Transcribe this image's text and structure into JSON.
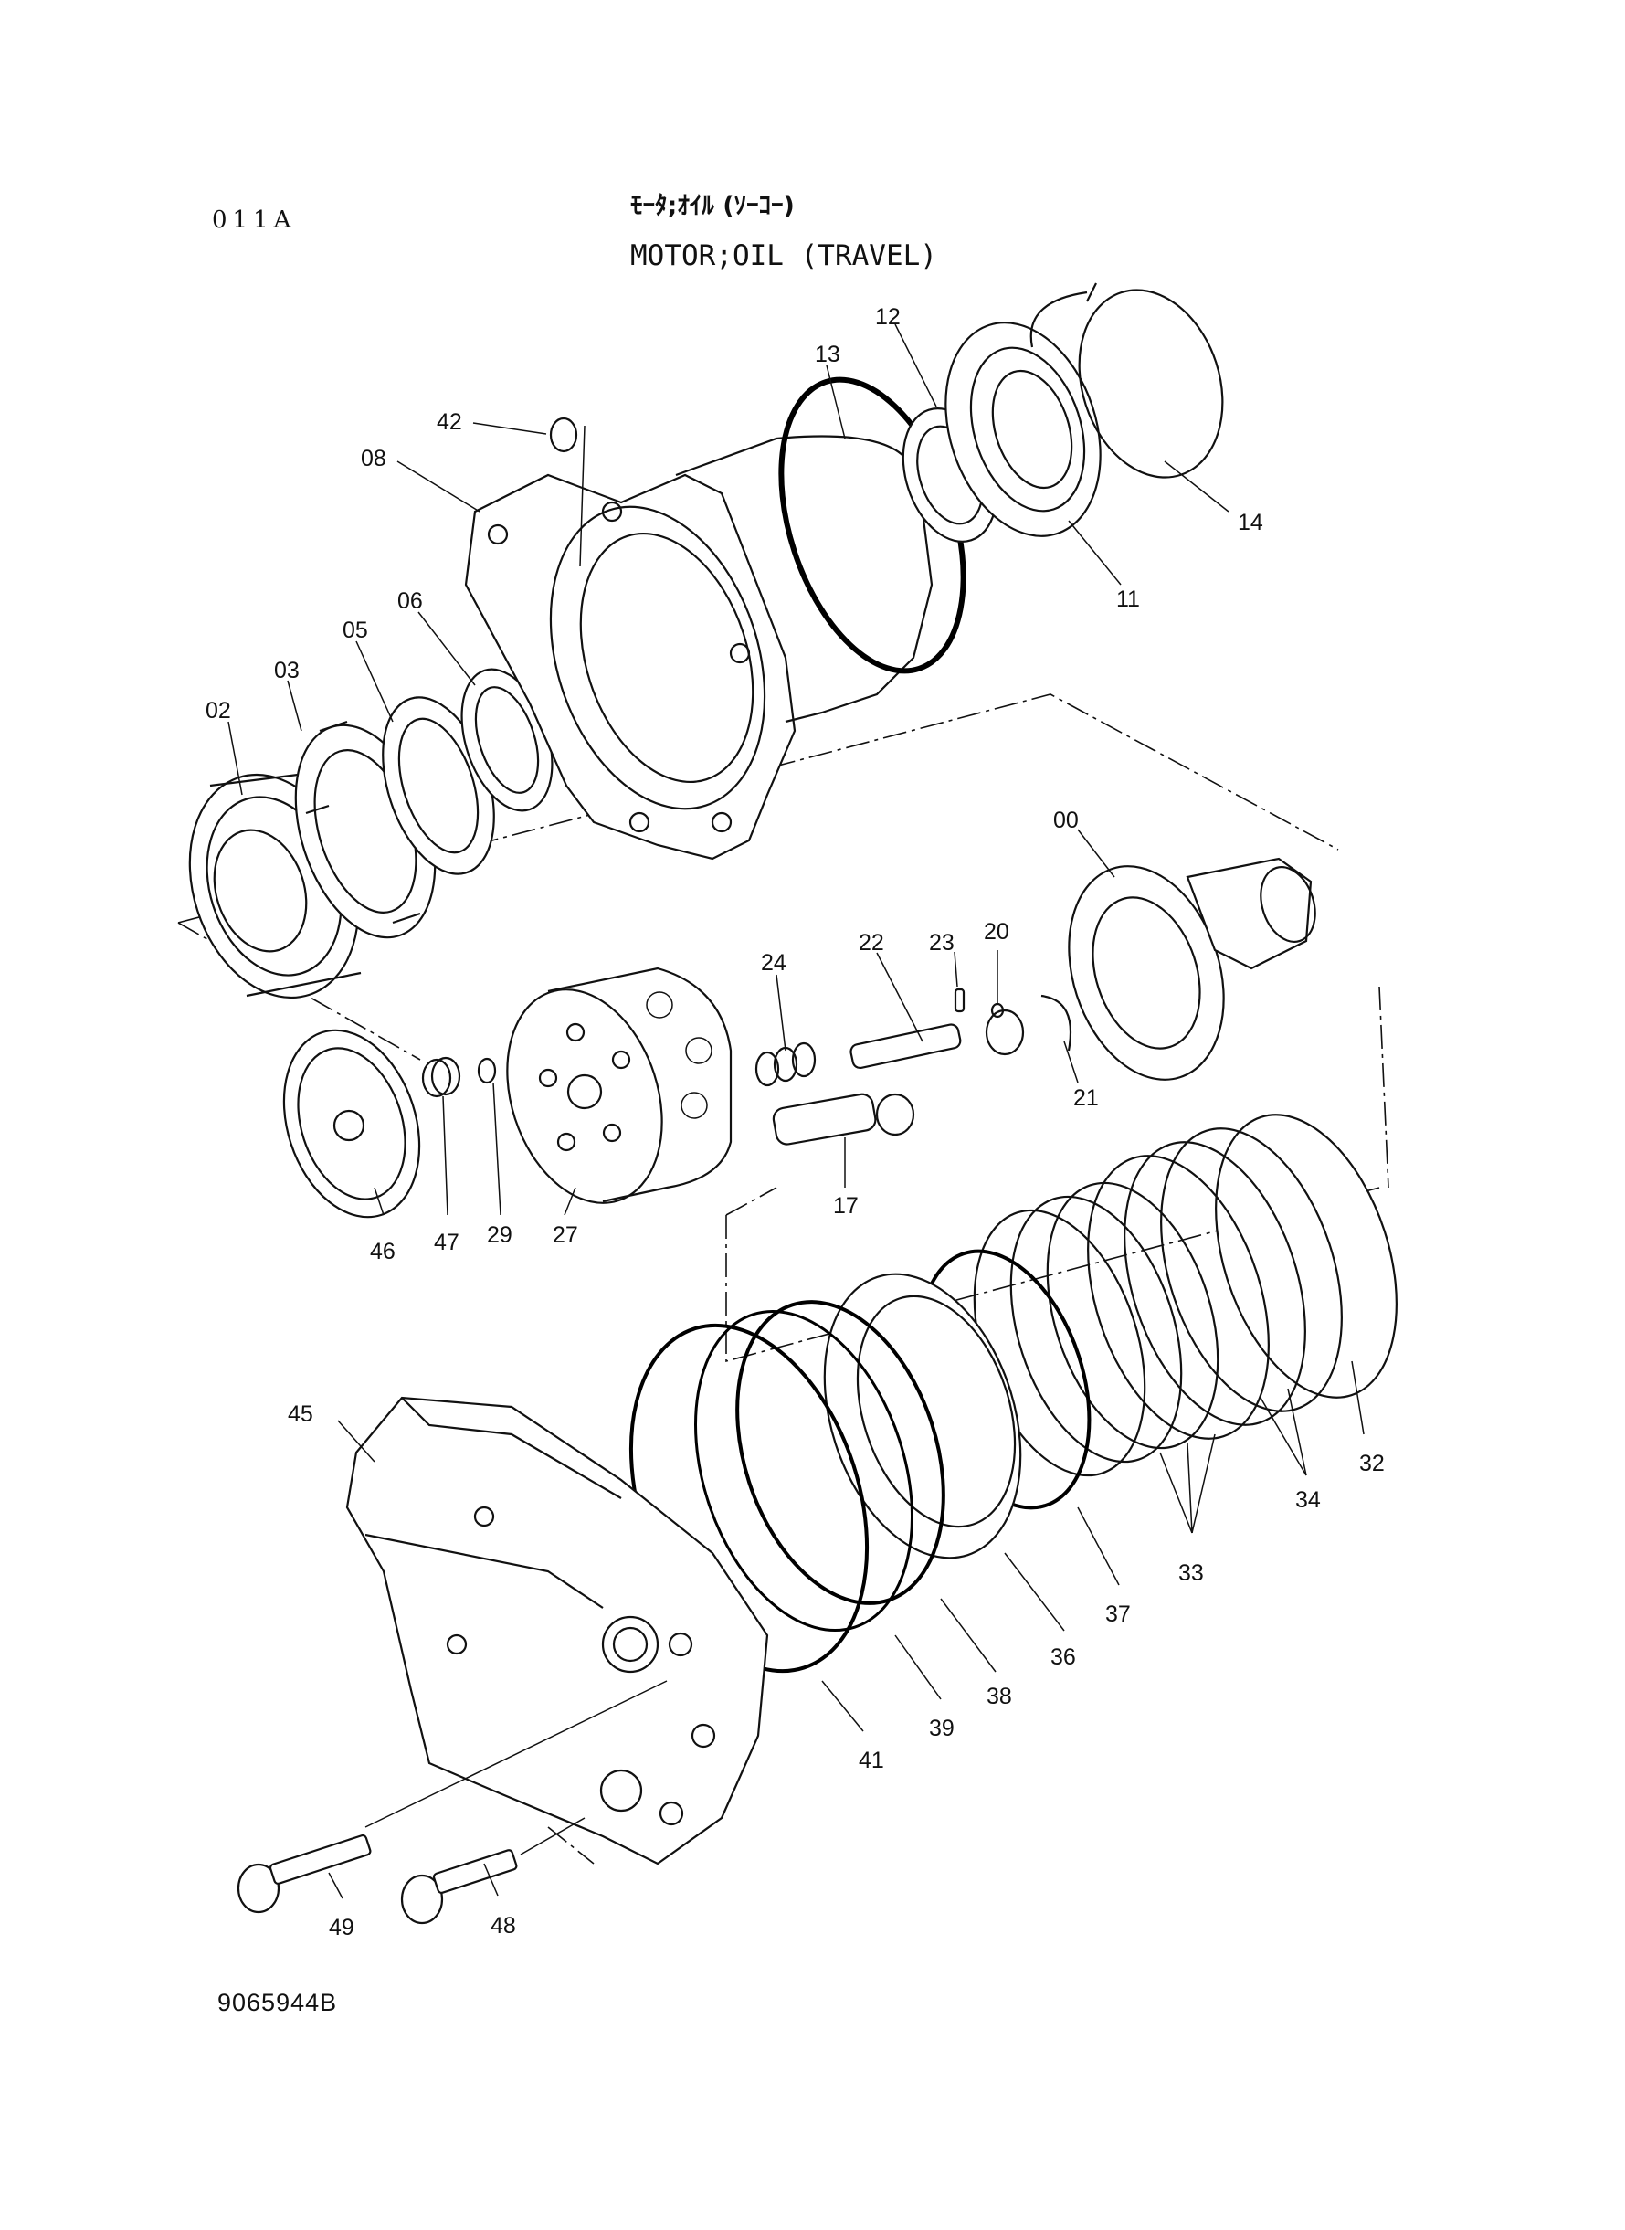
{
  "header": {
    "code": "011A",
    "title_jp": "ﾓｰﾀ;ｵｲﾙ (ｿｰｺｰ)",
    "title_en": "MOTOR;OIL (TRAVEL)"
  },
  "footer": {
    "drawing_number": "9065944B"
  },
  "callouts": [
    "42",
    "08",
    "13",
    "12",
    "14",
    "11",
    "06",
    "05",
    "03",
    "02",
    "00",
    "24",
    "22",
    "23",
    "20",
    "21",
    "46",
    "47",
    "29",
    "27",
    "17",
    "45",
    "32",
    "34",
    "33",
    "37",
    "36",
    "38",
    "39",
    "41",
    "49",
    "48"
  ]
}
